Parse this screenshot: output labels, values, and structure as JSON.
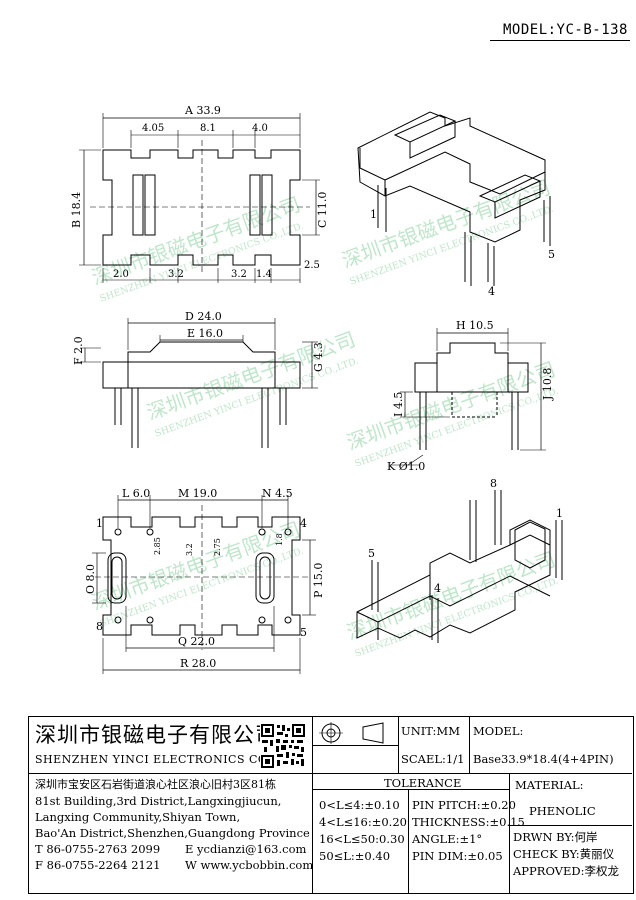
{
  "model_label": "MODEL:YC-B-138",
  "views": {
    "top": {
      "A": "A 33.9",
      "d1": "4.05",
      "d2": "8.1",
      "d3": "4.0",
      "B": "B 18.4",
      "C": "C 11.0",
      "b1": "2.0",
      "b2": "3.2",
      "b3": "3.2",
      "b4": "1.4",
      "b5": "2.5"
    },
    "iso_top": {
      "p1": "1",
      "p4": "4",
      "p5": "5"
    },
    "front": {
      "D": "D 24.0",
      "E": "E 16.0",
      "F": "F 2.0",
      "G": "G 4.3"
    },
    "side": {
      "H": "H 10.5",
      "I": "I 4.5",
      "J": "J 10.8",
      "K": "K Ø1.0"
    },
    "bottom": {
      "L": "L 6.0",
      "M": "M 19.0",
      "N": "N 4.5",
      "s1": "2.85",
      "s2": "3.2",
      "s3": "2.75",
      "s4": "1.8",
      "O": "O 8.0",
      "P": "P 15.0",
      "Q": "Q 22.0",
      "R": "R 28.0",
      "p1": "1",
      "p4": "4",
      "p5": "5",
      "p8": "8"
    },
    "iso_bottom": {
      "p8": "8",
      "p1": "1",
      "p5": "5",
      "p4": "4"
    }
  },
  "watermark": {
    "cn": "深圳市银磁电子有限公司",
    "en": "SHENZHEN YINCI ELECTRONICS CO.,LTD."
  },
  "title_block": {
    "company_cn": "深圳市银磁电子有限公司",
    "company_en": "SHENZHEN YINCI ELECTRONICS CO.,LTD.",
    "address_cn": "深圳市宝安区石岩街道浪心社区浪心旧村3区81栋",
    "address_en_1": "81st Building,3rd District,Langxingjiucun,",
    "address_en_2": "Langxing Community,Shiyan Town,",
    "address_en_3": "Bao'An District,Shenzhen,Guangdong Province",
    "tel": "T 86-0755-2763 2099",
    "email": "E ycdianzi@163.com",
    "fax": "F 86-0755-2264 2121",
    "web": "W www.ycbobbin.com",
    "unit": "UNIT:MM",
    "scale": "SCAEL:1/1",
    "model_label": "MODEL:",
    "model_value": "Base33.9*18.4(4+4PIN)",
    "tolerance_label": "TOLERANCE",
    "tol_1": "0<L≤4:±0.10",
    "tol_2": "4<L≤16:±0.20",
    "tol_3": "16<L≤50:0.30",
    "tol_4": "50≤L:±0.40",
    "pin_pitch": "PIN PITCH:±0.20",
    "thickness": "THICKNESS:±0.15",
    "angle": "ANGLE:±1°",
    "pin_dim": "PIN DIM:±0.05",
    "material_label": "MATERIAL:",
    "material_value": "PHENOLIC",
    "drawn_by": "DRWN BY:何岸",
    "check_by": "CHECK BY:黄丽仪",
    "approved": "APPROVED:李权龙"
  }
}
